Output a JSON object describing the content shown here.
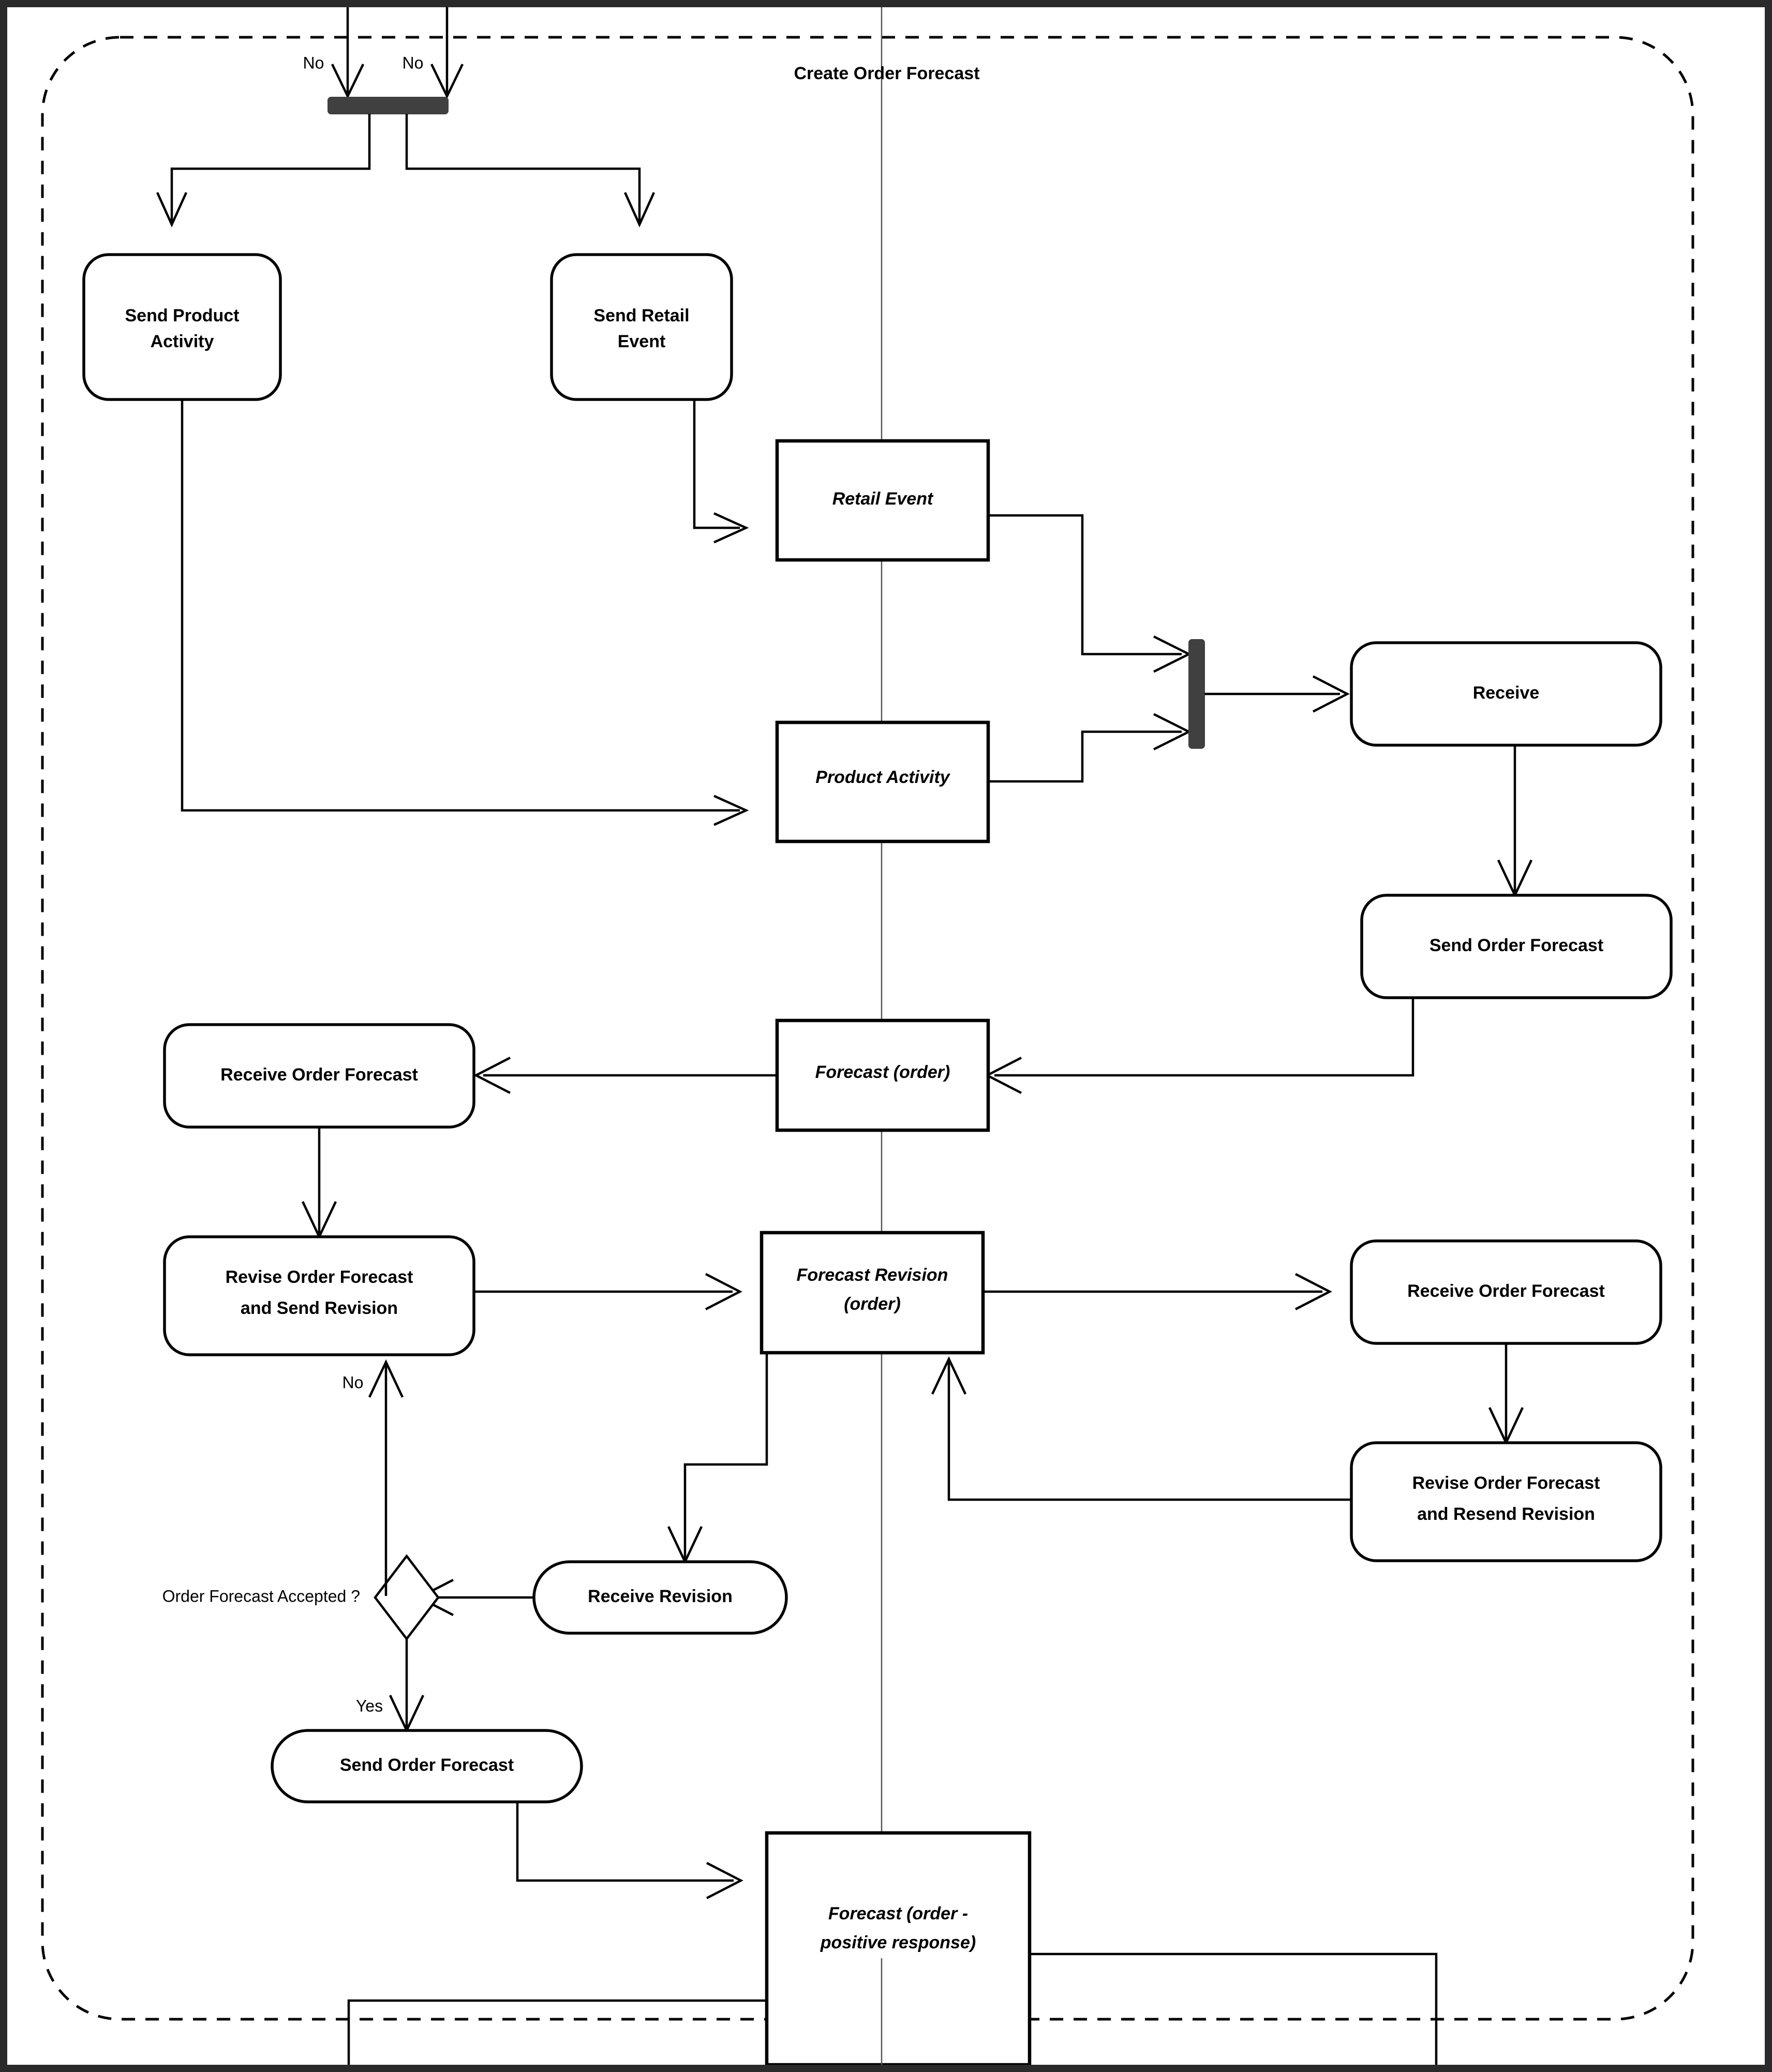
{
  "diagram": {
    "kind": "uml-activity-diagram",
    "partition": {
      "title": "Create Order Forecast"
    },
    "nodes": [
      {
        "id": "fork1",
        "type": "fork-bar",
        "label": ""
      },
      {
        "id": "send-product-activity",
        "type": "action",
        "label": "Send Product\nActivity",
        "line1": "Send Product",
        "line2": "Activity"
      },
      {
        "id": "send-retail-event",
        "type": "action",
        "label": "Send Retail\nEvent",
        "line1": "Send Retail",
        "line2": "Event"
      },
      {
        "id": "retail-event",
        "type": "object",
        "label": "Retail Event",
        "line1": "Retail Event",
        "line2": ""
      },
      {
        "id": "product-activity",
        "type": "object",
        "label": "Product Activity",
        "line1": "Product Activity",
        "line2": ""
      },
      {
        "id": "join1",
        "type": "join-bar",
        "label": ""
      },
      {
        "id": "receive",
        "type": "action",
        "label": "Receive",
        "line1": "Receive",
        "line2": ""
      },
      {
        "id": "send-order-forecast-1",
        "type": "action",
        "label": "Send Order Forecast",
        "line1": "Send Order Forecast",
        "line2": ""
      },
      {
        "id": "forecast-order",
        "type": "object",
        "label": "Forecast (order)",
        "line1": "Forecast (order)",
        "line2": ""
      },
      {
        "id": "receive-order-forecast-1",
        "type": "action",
        "label": "Receive Order Forecast",
        "line1": "Receive Order Forecast",
        "line2": ""
      },
      {
        "id": "revise-and-send-revision",
        "type": "action",
        "label": "Revise Order Forecast\nand Send Revision",
        "line1": "Revise Order Forecast",
        "line2": "and Send Revision"
      },
      {
        "id": "forecast-revision-order",
        "type": "object",
        "label": "Forecast Revision\n(order)",
        "line1": "Forecast Revision",
        "line2": "(order)"
      },
      {
        "id": "receive-order-forecast-2",
        "type": "action",
        "label": "Receive Order Forecast",
        "line1": "Receive Order Forecast",
        "line2": ""
      },
      {
        "id": "revise-and-resend-revision",
        "type": "action",
        "label": "Revise Order Forecast\nand Resend Revision",
        "line1": "Revise Order Forecast",
        "line2": "and Resend Revision"
      },
      {
        "id": "decision-accepted",
        "type": "decision",
        "label": ""
      },
      {
        "id": "receive-revision",
        "type": "action",
        "label": "Receive Revision",
        "line1": "Receive Revision",
        "line2": ""
      },
      {
        "id": "send-order-forecast-2",
        "type": "action",
        "label": "Send Order Forecast",
        "line1": "Send Order Forecast",
        "line2": ""
      },
      {
        "id": "forecast-order-positive",
        "type": "object",
        "label": "Forecast (order -\npositive response)",
        "line1": "Forecast (order -",
        "line2": "positive response)"
      }
    ],
    "guards": {
      "no_left": "No",
      "no_right": "No",
      "no_loop": "No",
      "yes": "Yes",
      "decision_question": "Order Forecast Accepted ?"
    },
    "colors": {
      "frame": "#2a2a2a",
      "canvas": "#ffffff",
      "stroke": "#000000",
      "fork_fill": "#404040",
      "lane_divider": "#555555"
    }
  }
}
